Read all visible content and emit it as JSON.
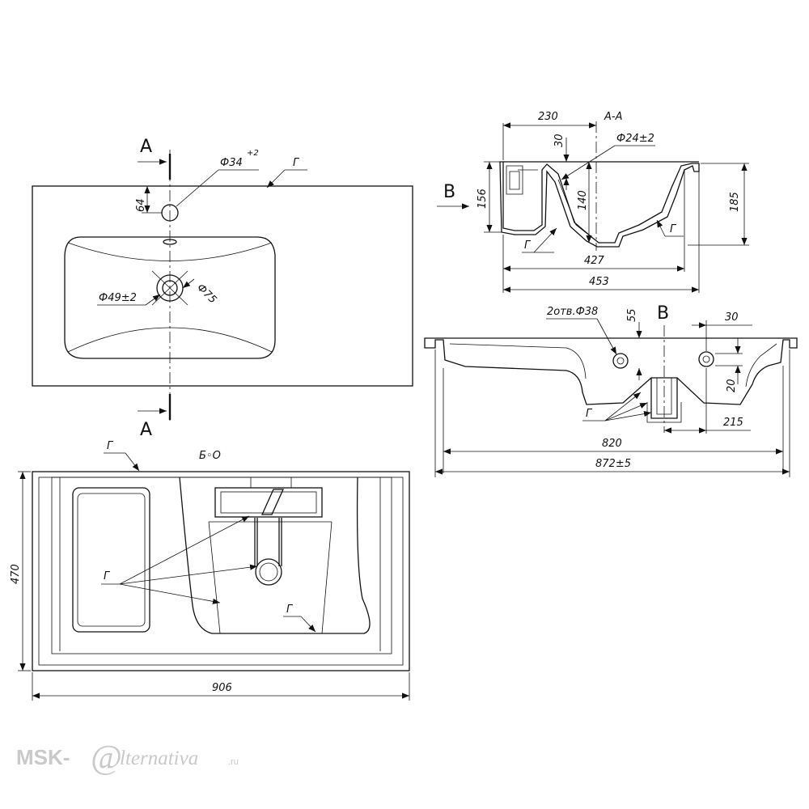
{
  "top_view": {
    "section_marker": "A",
    "hole_diameter": "Ф34",
    "hole_tolerance": "+2",
    "edge_label": "Г",
    "dim_64": "64",
    "drain_diameter": "Ф49±2",
    "drain_outer": "Ф75"
  },
  "section_aa": {
    "title": "А-А",
    "dim_230": "230",
    "dim_30": "30",
    "overflow_diameter": "Ф24±2",
    "dim_140": "140",
    "dim_156": "156",
    "dim_185": "185",
    "dim_427": "427",
    "dim_453": "453",
    "view_marker": "В",
    "label_g": "Г"
  },
  "view_b": {
    "title": "В",
    "holes_label": "2отв.Ф38",
    "dim_55": "55",
    "dim_30": "30",
    "dim_20": "20",
    "dim_215": "215",
    "dim_820": "820",
    "dim_872": "872±5",
    "label_g": "Г"
  },
  "bottom_view": {
    "view_label": "Б◦О",
    "label_g": "Г",
    "dim_470": "470",
    "dim_906": "906"
  },
  "watermark": {
    "brand_left": "MSK-",
    "brand_at": "@",
    "brand_right": "lternativa",
    "brand_tld": ".ru"
  }
}
